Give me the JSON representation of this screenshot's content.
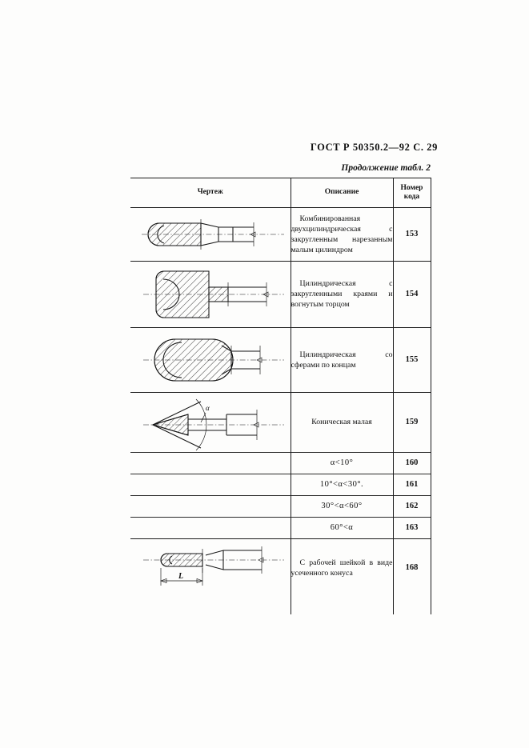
{
  "document": {
    "standard_header": "ГОСТ Р 50350.2—92 С. 29",
    "continuation_label": "Продолжение табл. 2"
  },
  "table": {
    "headers": {
      "drawing": "Чертеж",
      "description": "Описание",
      "code_line1": "Номер",
      "code_line2": "кода"
    },
    "rows": [
      {
        "description": "Комбинированная двухцилиндрическая с закругленным нарезанным малым цилиндром",
        "code": "153",
        "drawing": "combined-two-cylinder-rounded-threaded"
      },
      {
        "description": "Цилиндрическая с закругленными краями и вогнутым торцом",
        "code": "154",
        "drawing": "cylinder-rounded-edges-concave-end"
      },
      {
        "description": "Цилиндрическая со сферами по концам",
        "code": "155",
        "drawing": "cylinder-spherical-ends"
      },
      {
        "description": "Коническая малая",
        "code": "159",
        "drawing": "small-cone-with-angle-alpha"
      },
      {
        "description": "α<10°",
        "code": "160",
        "drawing": null
      },
      {
        "description": "10°<α<30°.",
        "code": "161",
        "drawing": null
      },
      {
        "description": "30°<α<60°",
        "code": "162",
        "drawing": null
      },
      {
        "description": "60°<α",
        "code": "163",
        "drawing": null
      },
      {
        "description": "С рабочей шейкой в виде усеченного конуса",
        "code": "168",
        "drawing": "working-neck-truncated-cone"
      }
    ]
  },
  "drawing_labels": {
    "alpha": "α",
    "length": "L"
  }
}
